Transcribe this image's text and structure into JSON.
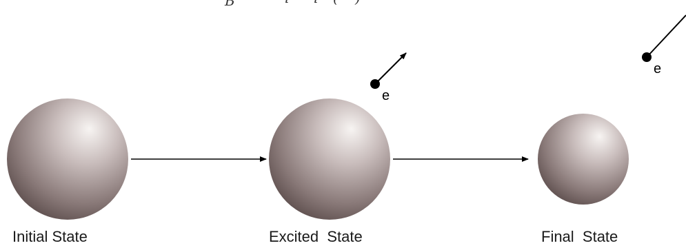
{
  "states": {
    "initial": "Initial State",
    "excited": "Excited  State",
    "final": "Final  State"
  },
  "electron_label": "e",
  "colors": {
    "sphere_light": "#f4f0ee",
    "sphere_mid": "#a8999a",
    "sphere_dark": "#5c4d4c",
    "arrow": "#000000"
  }
}
